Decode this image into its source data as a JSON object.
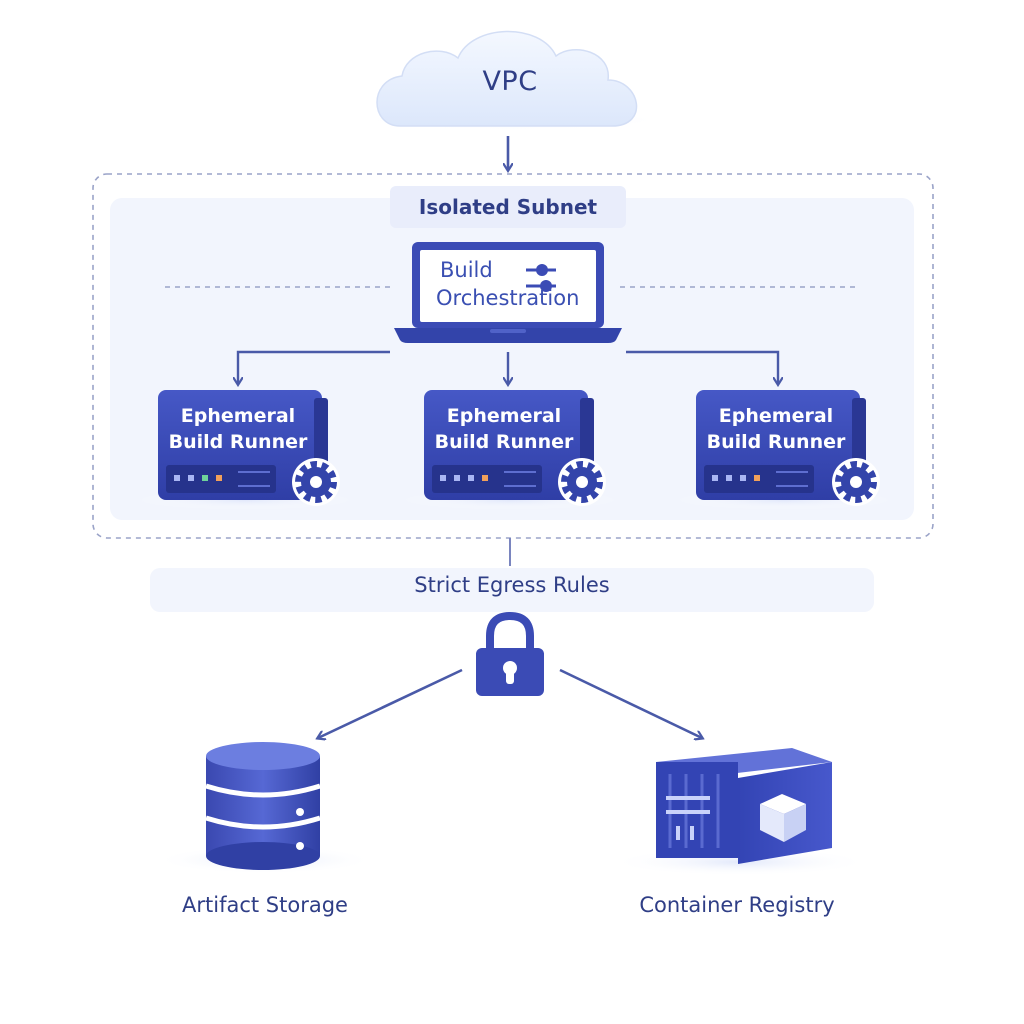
{
  "vpc": {
    "label": "VPC"
  },
  "subnet": {
    "label": "Isolated Subnet"
  },
  "orchestration": {
    "line1": "Build",
    "line2": "Orchestration"
  },
  "runners": [
    {
      "line1": "Ephemeral",
      "line2": "Build Runner"
    },
    {
      "line1": "Ephemeral",
      "line2": "Build Runner"
    },
    {
      "line1": "Ephemeral",
      "line2": "Build Runner"
    }
  ],
  "egress": {
    "label": "Strict Egress Rules"
  },
  "storage": {
    "label": "Artifact Storage"
  },
  "registry": {
    "label": "Container Registry"
  },
  "icons": {
    "cloud": "cloud-icon",
    "laptop": "laptop-icon",
    "sliders": "sliders-icon",
    "server": "server-icon",
    "gear": "gear-icon",
    "lock": "padlock-icon",
    "database": "database-icon",
    "container": "shipping-container-icon",
    "cube": "cube-icon"
  },
  "colors": {
    "primary": "#3b4bb5",
    "dark": "#2f3e86",
    "arrow": "#4a5aa8",
    "panel": "#f1f4fd",
    "cloud": "#e6eefc"
  }
}
